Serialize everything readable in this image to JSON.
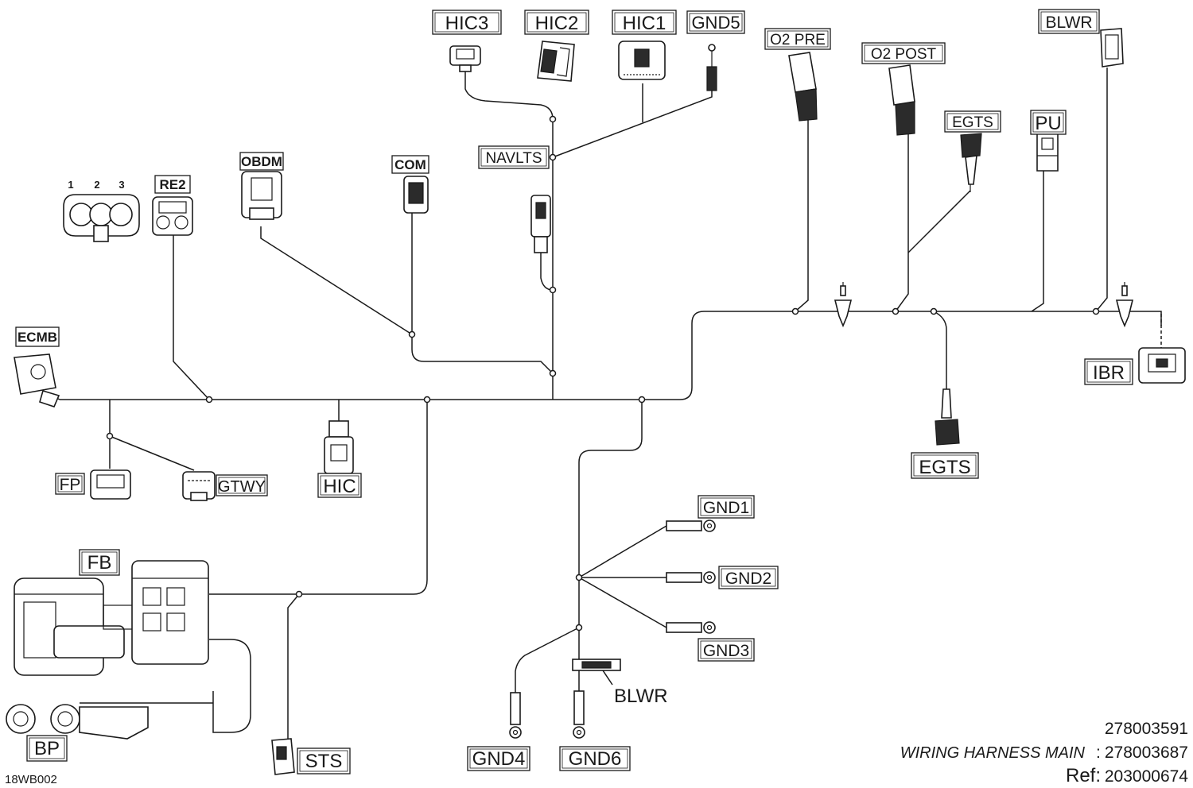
{
  "connectors": {
    "hic3": "HIC3",
    "hic2": "HIC2",
    "hic1": "HIC1",
    "gnd5": "GND5",
    "o2_pre": "O2 PRE",
    "o2_post": "O2 POST",
    "blwr_top": "BLWR",
    "egts_top": "EGTS",
    "pu": "PU",
    "navlts": "NAVLTS",
    "obdm": "OBDM",
    "com": "COM",
    "re2": "RE2",
    "ecmb": "ECMB",
    "ibr": "IBR",
    "egts_bottom": "EGTS",
    "fp": "FP",
    "gtwy": "GTWY",
    "hic": "HIC",
    "fb": "FB",
    "bp": "BP",
    "sts": "STS",
    "gnd1": "GND1",
    "gnd2": "GND2",
    "gnd3": "GND3",
    "gnd4": "GND4",
    "gnd6": "GND6",
    "blwr_bottom": "BLWR"
  },
  "relay_pins": [
    "1",
    "2",
    "3"
  ],
  "footer": {
    "drawing_id": "18WB002",
    "part_number_1": "278003591",
    "harness_title": "WIRING HARNESS MAIN",
    "separator": ":",
    "part_number_2": "278003687",
    "ref_label": "Ref:",
    "ref_number": "203000674"
  }
}
